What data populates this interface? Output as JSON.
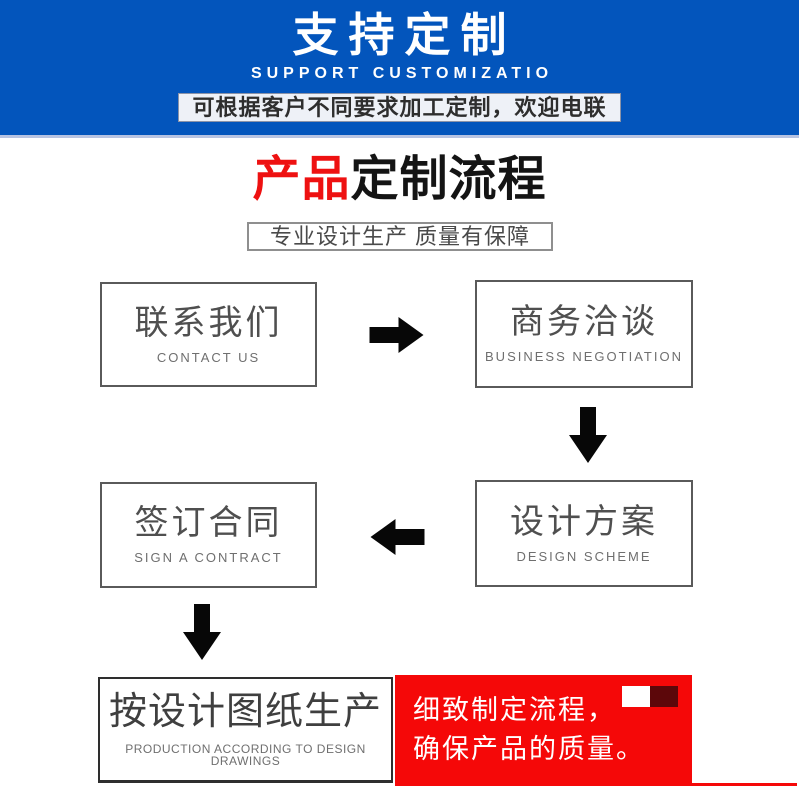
{
  "banner": {
    "title": "支持定制",
    "subtitle": "SUPPORT CUSTOMIZATIO",
    "notice": "可根据客户不同要求加工定制，欢迎电联"
  },
  "section": {
    "title_highlight": "产品",
    "title_rest": "定制流程",
    "tagline": "专业设计生产 质量有保障"
  },
  "flow": {
    "steps": [
      {
        "zh": "联系我们",
        "en": "CONTACT US"
      },
      {
        "zh": "商务洽谈",
        "en": "BUSINESS NEGOTIATION"
      },
      {
        "zh": "设计方案",
        "en": "DESIGN SCHEME"
      },
      {
        "zh": "签订合同",
        "en": "SIGN A CONTRACT"
      },
      {
        "zh": "按设计图纸生产",
        "en": "PRODUCTION ACCORDING TO DESIGN DRAWINGS"
      }
    ],
    "icons": [
      "arrow-right-icon",
      "arrow-down-icon",
      "arrow-left-icon",
      "arrow-down-icon"
    ]
  },
  "callout": {
    "line1": "细致制定流程，",
    "line2": "确保产品的质量。"
  },
  "colors": {
    "banner_blue": "#0355bc",
    "title_red": "#ee1111",
    "callout_red": "#f50808",
    "callout_dark_red": "#5c070a"
  }
}
